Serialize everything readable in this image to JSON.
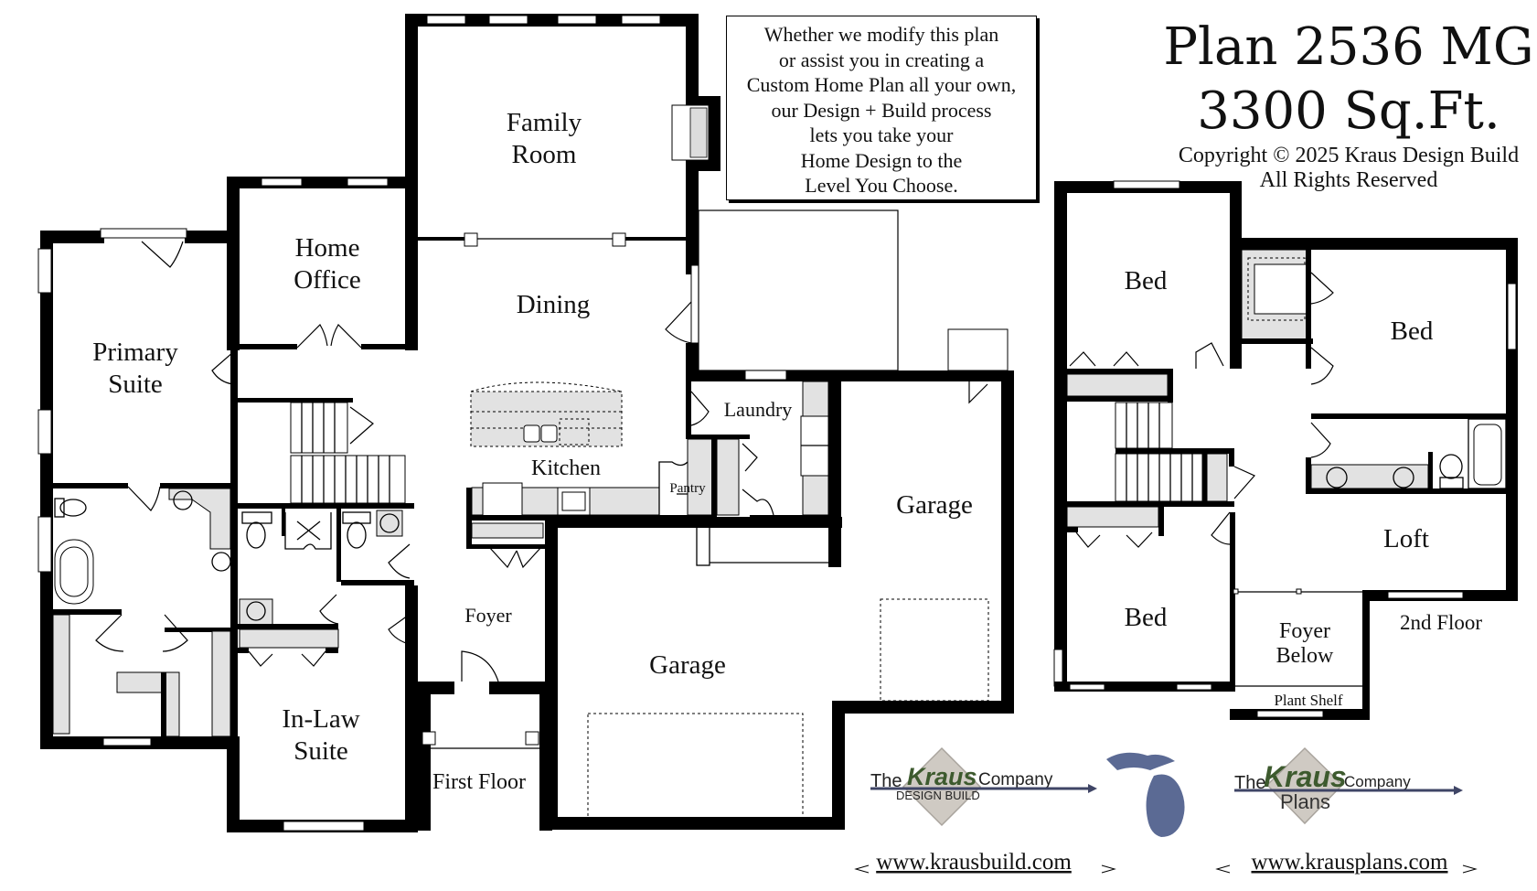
{
  "header": {
    "plan_title": "Plan 2536 MG",
    "square_feet": "3300 Sq.Ft.",
    "copyright": "Copyright © 2025 Kraus Design Build",
    "rights": "All Rights Reserved"
  },
  "info_box": {
    "lines": [
      "Whether we modify this plan",
      "or assist you in creating a",
      "Custom Home Plan all your own,",
      "our Design + Build process",
      "lets you take your",
      "Home Design to the",
      "Level You Choose."
    ]
  },
  "first_floor": {
    "label": "First Floor",
    "rooms": {
      "family_room": [
        "Family",
        "Room"
      ],
      "home_office": [
        "Home",
        "Office"
      ],
      "dining": "Dining",
      "primary_suite": [
        "Primary",
        "Suite"
      ],
      "kitchen": "Kitchen",
      "laundry": "Laundry",
      "pantry": "Pantry",
      "garage_main": "Garage",
      "garage_side": "Garage",
      "foyer": "Foyer",
      "in_law_suite": [
        "In-Law",
        "Suite"
      ]
    }
  },
  "second_floor": {
    "label": "2nd Floor",
    "rooms": {
      "bed_1": "Bed",
      "bed_2": "Bed",
      "bed_3": "Bed",
      "loft": "Loft",
      "foyer_below": [
        "Foyer",
        "Below"
      ],
      "plant_shelf": "Plant Shelf"
    }
  },
  "logos": {
    "design_build": {
      "the": "The",
      "brand": "Kraus",
      "company": "Company",
      "sub": "DESIGN BUILD",
      "url": "www.krausbuild.com"
    },
    "plans": {
      "the": "The",
      "brand": "Kraus",
      "company": "Company",
      "sub": "Plans",
      "url": "www.krausplans.com"
    },
    "state_icon": "michigan-map-icon"
  },
  "colors": {
    "wall": "#000000",
    "fixture_gray": "#e2e2e2",
    "brand_green": "#3d5a2e",
    "logo_diamond": "#cfcac3",
    "arrow_navy": "#3f4566",
    "michigan_blue": "#5b6a94"
  }
}
